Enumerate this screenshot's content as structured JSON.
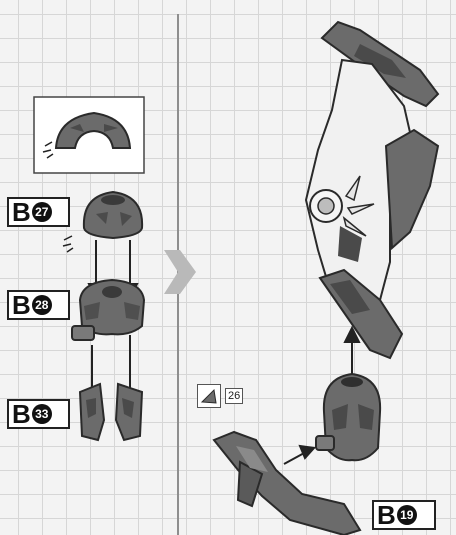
{
  "left_panel": {
    "parts": [
      {
        "letter": "B",
        "number": "27"
      },
      {
        "letter": "B",
        "number": "28"
      },
      {
        "letter": "B",
        "number": "33"
      }
    ]
  },
  "right_panel": {
    "reference": {
      "number": "26"
    },
    "part": {
      "letter": "B",
      "number": "19"
    }
  },
  "colors": {
    "part_dark": "#6b6b6b",
    "part_mid": "#8a8a8a",
    "part_light": "#eeeeee",
    "outline": "#2a2a2a",
    "step_arrow": "#b9b9b9"
  }
}
